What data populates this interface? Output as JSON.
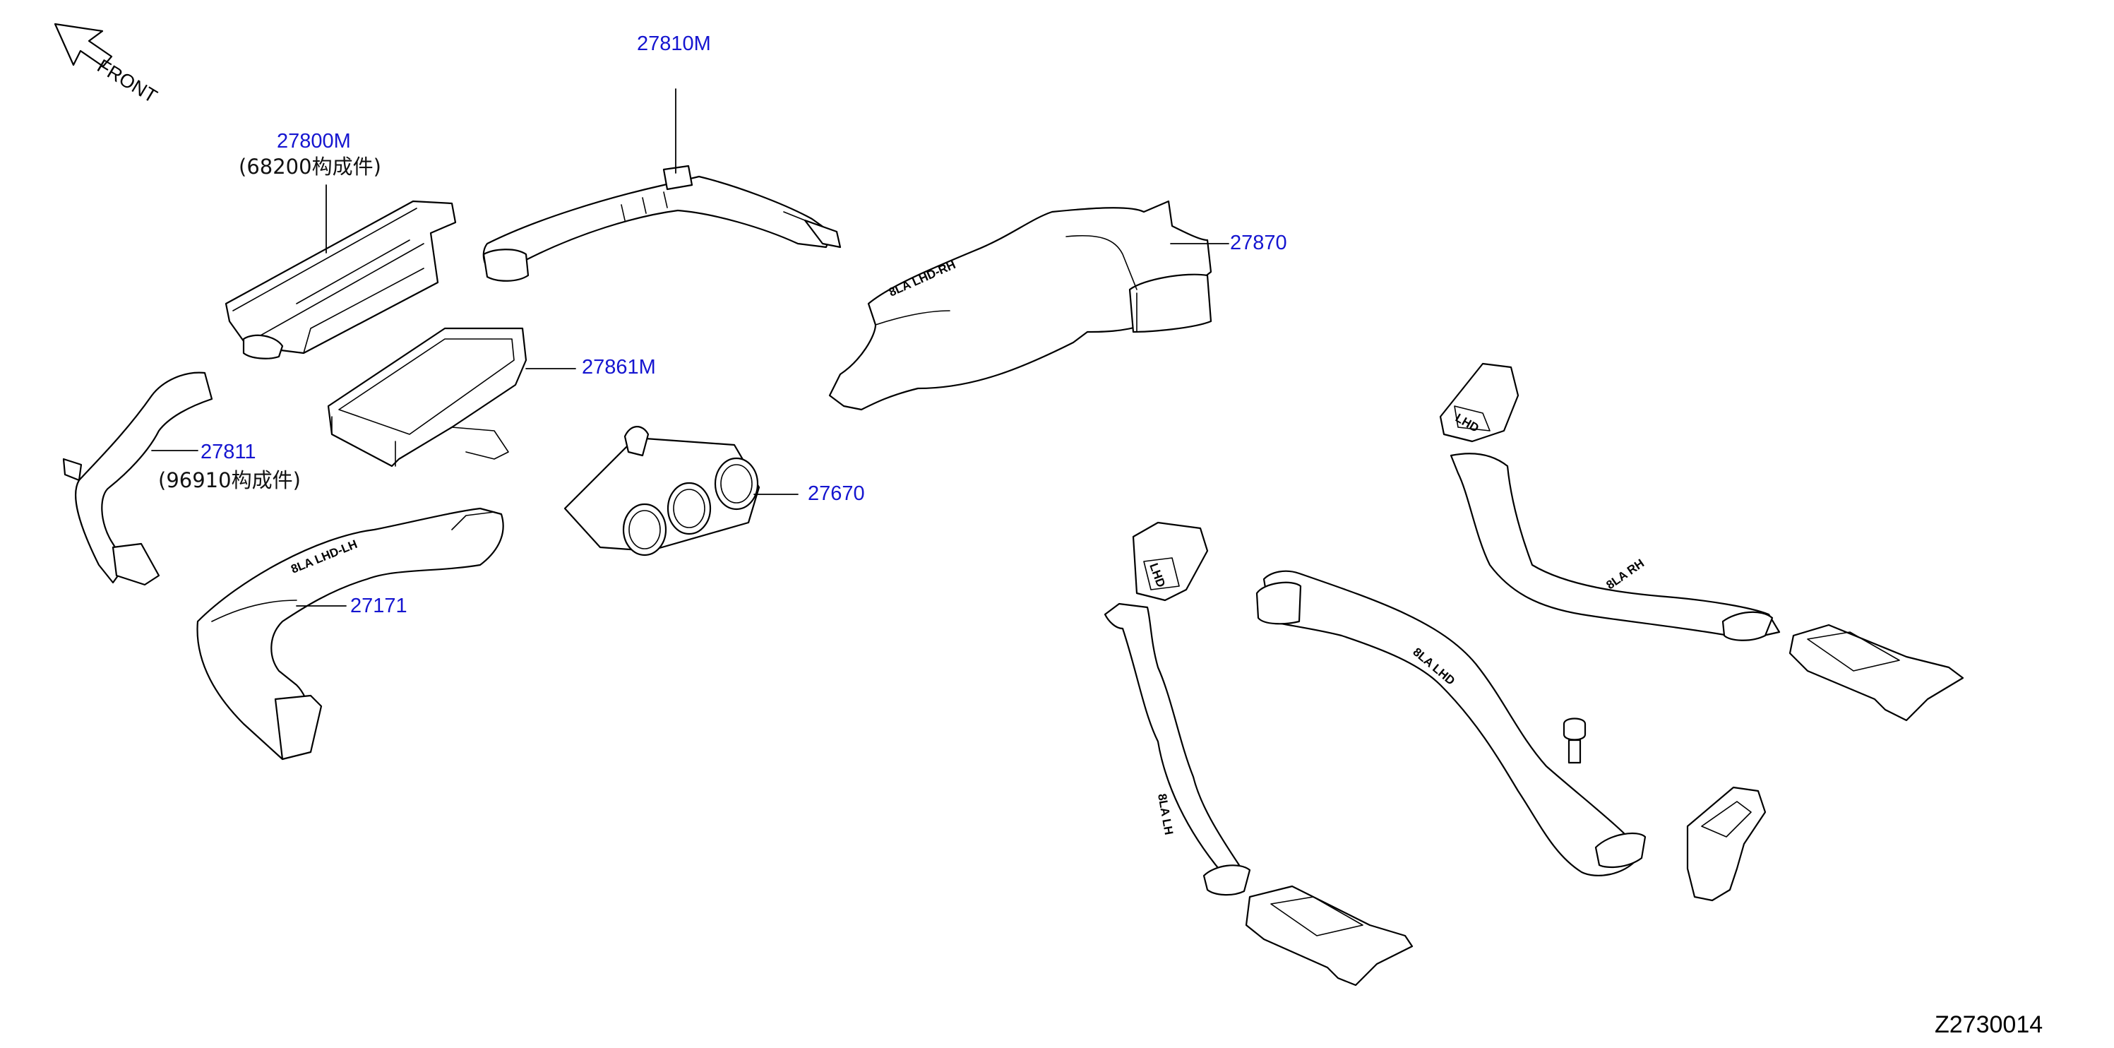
{
  "direction": {
    "label": "FRONT",
    "icon": "front-arrow-icon"
  },
  "callouts": [
    {
      "id": "27810M",
      "part_no": "27810M"
    },
    {
      "id": "27800M",
      "part_no": "27800M",
      "note": "(68200构成件)"
    },
    {
      "id": "27870",
      "part_no": "27870"
    },
    {
      "id": "27861M",
      "part_no": "27861M"
    },
    {
      "id": "27811",
      "part_no": "27811",
      "note": "(96910构成件)"
    },
    {
      "id": "27670",
      "part_no": "27670"
    },
    {
      "id": "27171",
      "part_no": "27171"
    }
  ],
  "molded_markings": {
    "duct_27870": "8LA LHD-RH",
    "duct_27171": "8LA LHD-LH",
    "center_duct": "8LA LHD",
    "right_duct": "8LA RH",
    "riser_duct": "8LA LH",
    "vent_left": "LHD",
    "vent_right": "LHD"
  },
  "diagram_code": "Z2730014",
  "colors": {
    "callout": "#1515d0",
    "line": "#000000",
    "background": "#ffffff"
  }
}
